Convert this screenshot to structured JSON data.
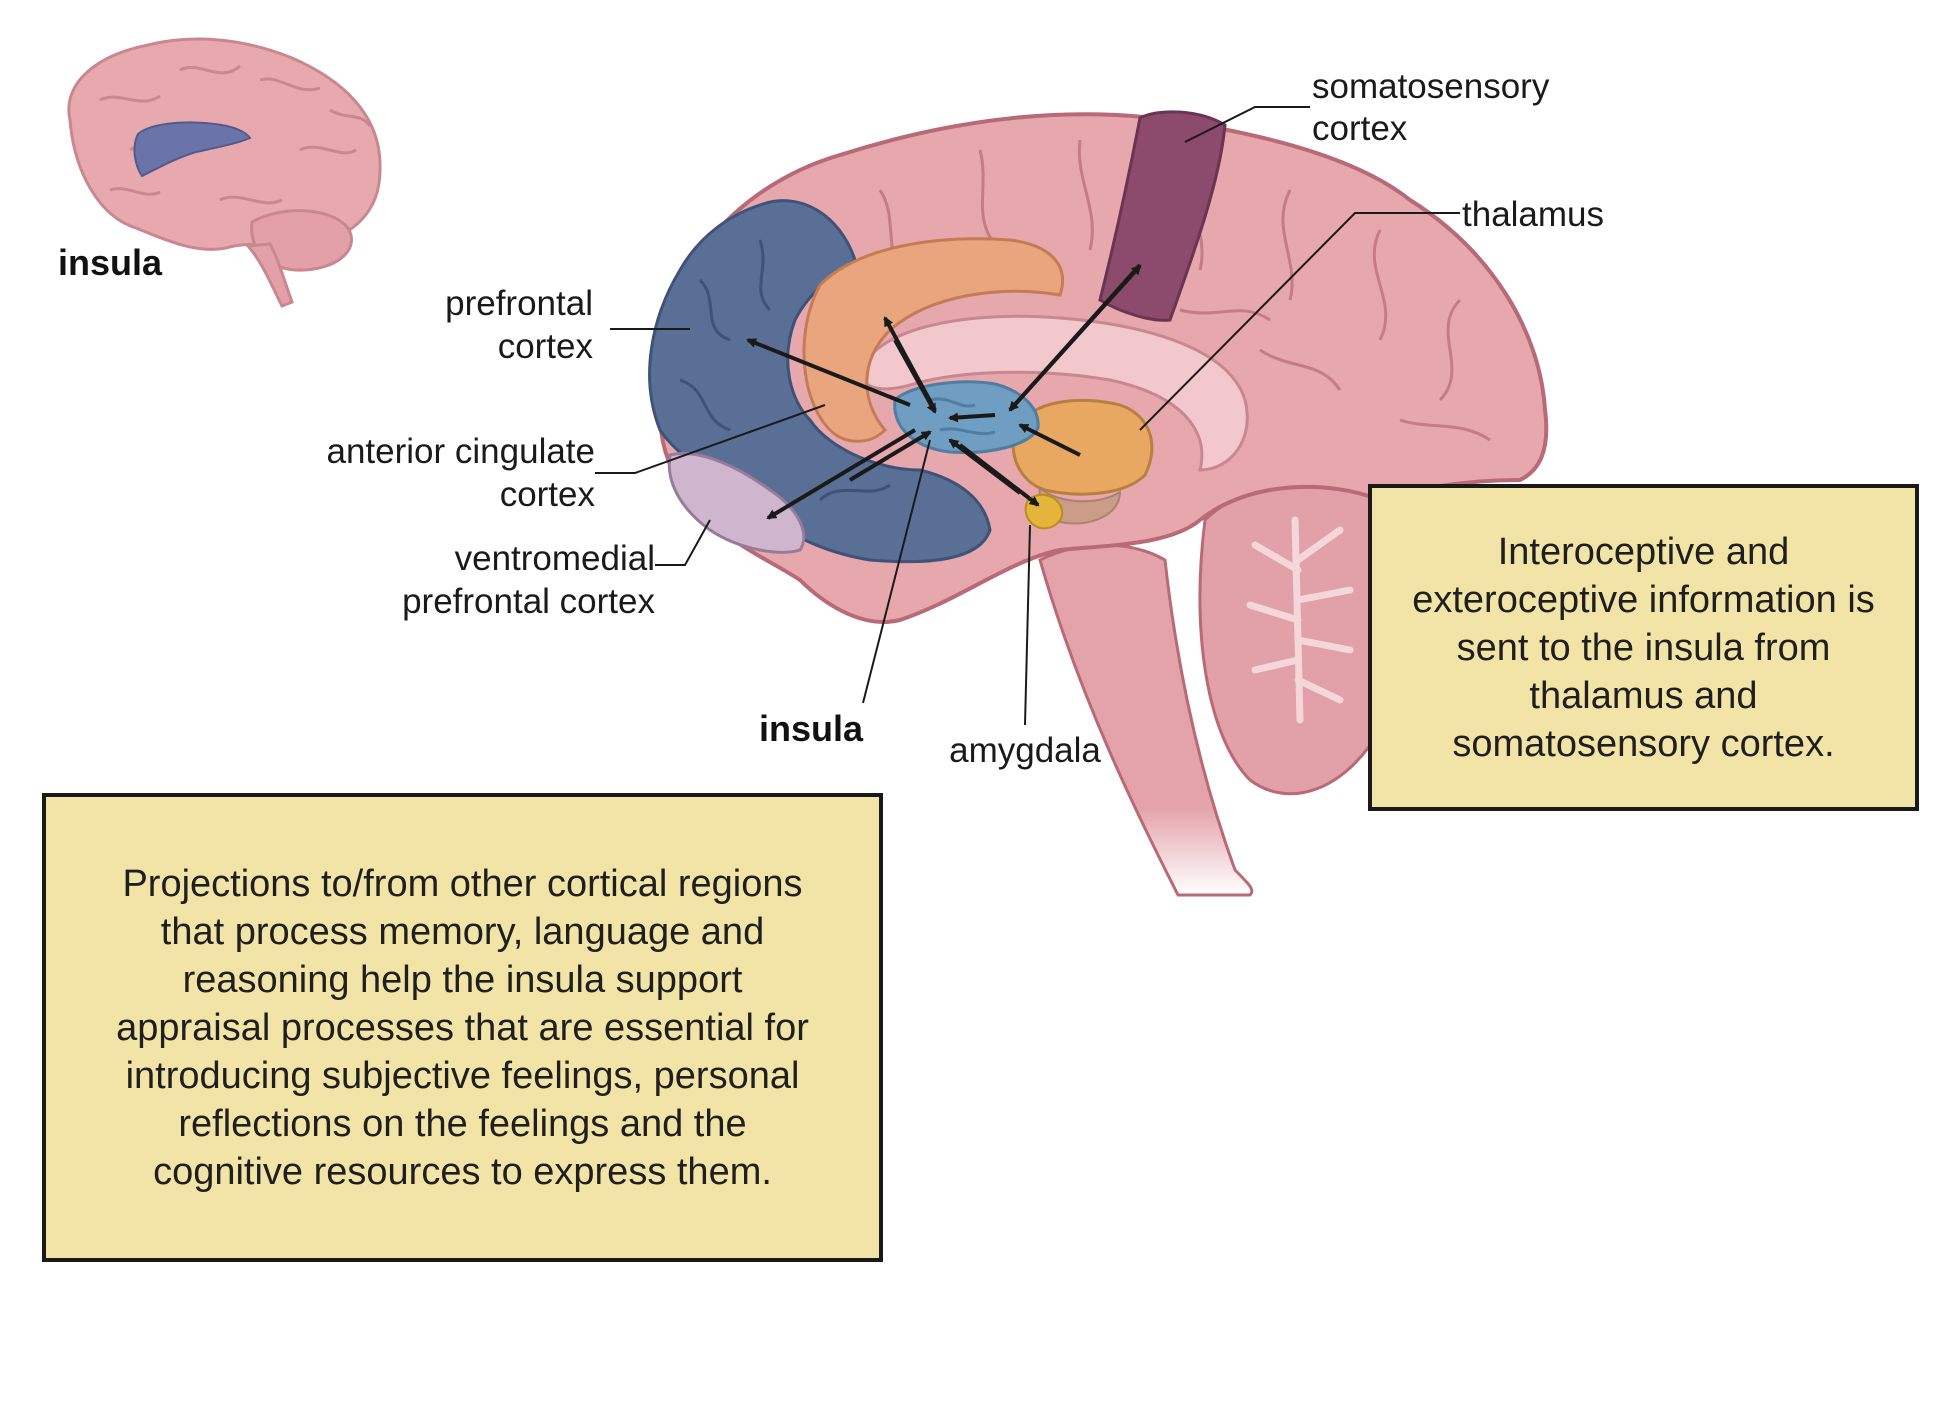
{
  "labels": {
    "insula_small": "insula",
    "prefrontal_line1": "prefrontal",
    "prefrontal_line2": "cortex",
    "acc_line1": "anterior cingulate",
    "acc_line2": "cortex",
    "vmpfc_line1": "ventromedial",
    "vmpfc_line2": "prefrontal cortex",
    "somato_line1": "somatosensory",
    "somato_line2": "cortex",
    "thalamus": "thalamus",
    "insula_main": "insula",
    "amygdala": "amygdala"
  },
  "boxes": {
    "interoceptive_text": "Interoceptive and exteroceptive information is sent to the insula from thalamus and somatosensory cortex.",
    "projections_text": "Projections to/from other cortical regions that process memory, language and reasoning help the insula support appraisal processes that are essential for introducing subjective feelings, personal reflections on the feelings and the cognitive resources to express them."
  },
  "colors": {
    "brain_pink": "#e6a7ad",
    "brain_outline": "#b86a76",
    "prefrontal_blue": "#5a6f95",
    "cingulate_orange": "#e8a57e",
    "vmpfc_lavender": "#cfb6cf",
    "somatosensory_purple": "#8c4a6c",
    "insula_blue": "#6f9ec2",
    "thalamus_orange": "#e8a862",
    "amygdala_yellow": "#e4b53a",
    "box_fill": "#f2e4a6"
  }
}
